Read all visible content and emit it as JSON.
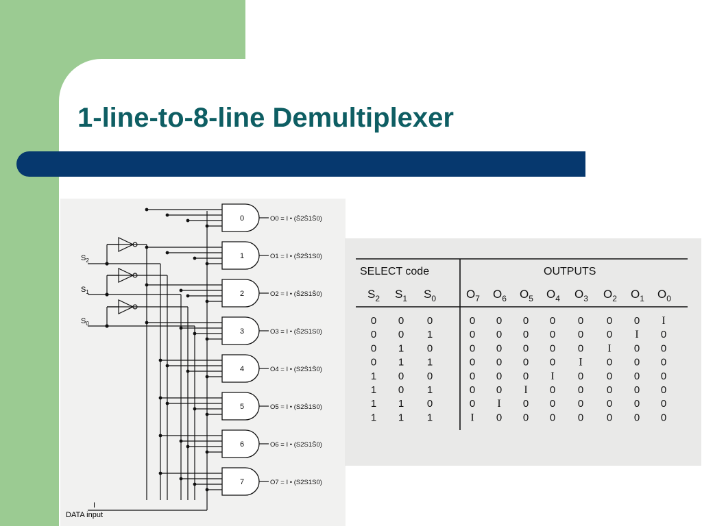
{
  "slide": {
    "title": "1-line-to-8-line Demultiplexer",
    "colors": {
      "green": "#9bcb92",
      "title": "#0e5e63",
      "bar": "#06386e"
    }
  },
  "circuit": {
    "select_inputs": [
      "S2",
      "S1",
      "S0"
    ],
    "data_input_symbol": "I",
    "data_input_label": "DATA input",
    "gates": [
      {
        "label": "0",
        "output": "O0 = I • (S̄2S̄1S̄0)"
      },
      {
        "label": "1",
        "output": "O1 = I • (S̄2S̄1S0)"
      },
      {
        "label": "2",
        "output": "O2 = I • (S̄2S1S̄0)"
      },
      {
        "label": "3",
        "output": "O3 = I • (S̄2S1S0)"
      },
      {
        "label": "4",
        "output": "O4 = I • (S2S̄1S̄0)"
      },
      {
        "label": "5",
        "output": "O5 = I • (S2S̄1S0)"
      },
      {
        "label": "6",
        "output": "O6 = I • (S2S1S̄0)"
      },
      {
        "label": "7",
        "output": "O7 = I • (S2S1S0)"
      }
    ]
  },
  "truth_table": {
    "select_header": "SELECT code",
    "outputs_header": "OUTPUTS",
    "columns": [
      "S2",
      "S1",
      "S0",
      "O7",
      "O6",
      "O5",
      "O4",
      "O3",
      "O2",
      "O1",
      "O0"
    ],
    "rows": [
      [
        "0",
        "0",
        "0",
        "0",
        "0",
        "0",
        "0",
        "0",
        "0",
        "0",
        "I"
      ],
      [
        "0",
        "0",
        "1",
        "0",
        "0",
        "0",
        "0",
        "0",
        "0",
        "I",
        "0"
      ],
      [
        "0",
        "1",
        "0",
        "0",
        "0",
        "0",
        "0",
        "0",
        "I",
        "0",
        "0"
      ],
      [
        "0",
        "1",
        "1",
        "0",
        "0",
        "0",
        "0",
        "I",
        "0",
        "0",
        "0"
      ],
      [
        "1",
        "0",
        "0",
        "0",
        "0",
        "0",
        "I",
        "0",
        "0",
        "0",
        "0"
      ],
      [
        "1",
        "0",
        "1",
        "0",
        "0",
        "I",
        "0",
        "0",
        "0",
        "0",
        "0"
      ],
      [
        "1",
        "1",
        "0",
        "0",
        "I",
        "0",
        "0",
        "0",
        "0",
        "0",
        "0"
      ],
      [
        "1",
        "1",
        "1",
        "I",
        "0",
        "0",
        "0",
        "0",
        "0",
        "0",
        "0"
      ]
    ]
  }
}
